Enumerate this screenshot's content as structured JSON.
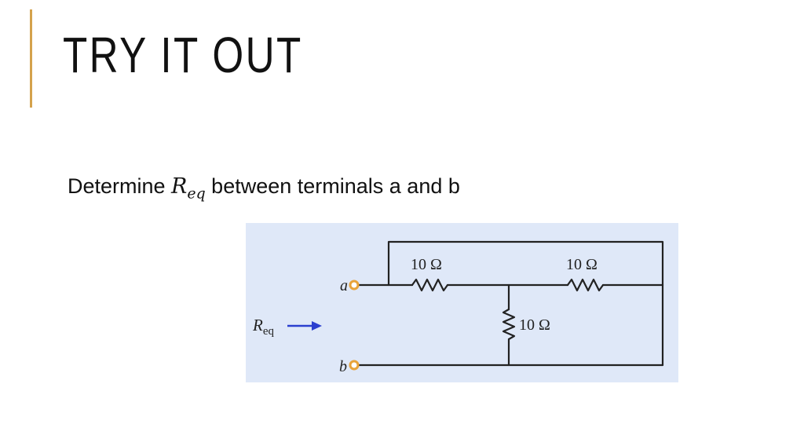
{
  "slide": {
    "title": "TRY IT OUT",
    "question_prefix": "Determine ",
    "question_var": "R",
    "question_sub": "eq",
    "question_suffix": " between terminals a and b"
  },
  "circuit": {
    "background": "#dfe8f8",
    "wire_color": "#222222",
    "terminal_color": "#e8a33a",
    "arrow_color": "#2b3fcf",
    "terminal_a": "a",
    "terminal_b": "b",
    "req_symbol": "R",
    "req_sub": "eq",
    "resistor_left": "10 Ω",
    "resistor_right": "10 Ω",
    "resistor_shunt": "10 Ω"
  },
  "colors": {
    "accent": "#d4a24c"
  }
}
